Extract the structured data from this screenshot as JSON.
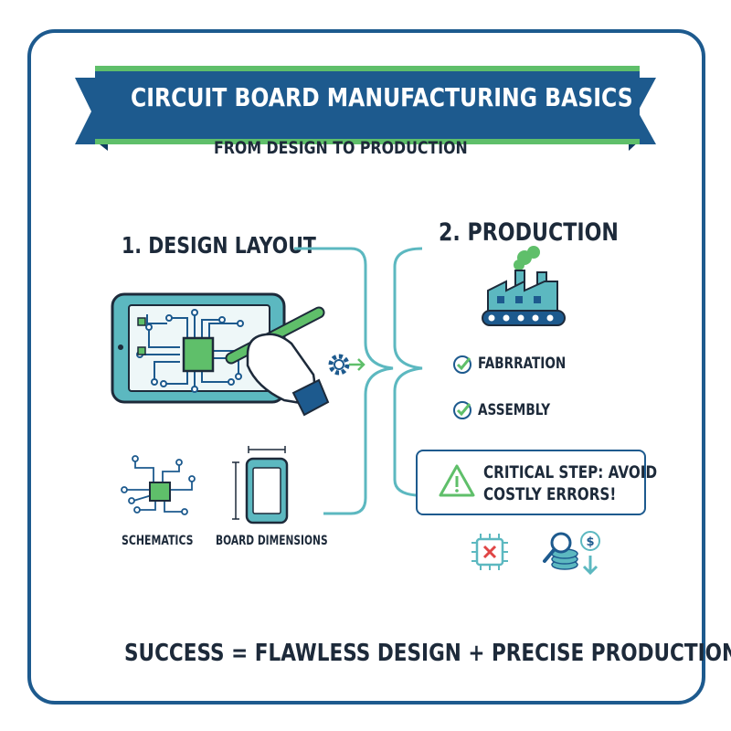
{
  "banner": {
    "title": "CIRCUIT BOARD MANUFACTURING BASICS",
    "subtitle": "FROM DESIGN TO PRODUCTION"
  },
  "design": {
    "heading": "1. DESIGN LAYOUT",
    "schematics_label": "SCHEMATICS",
    "board_dimensions_label": "BOARD DIMENSIONS"
  },
  "production": {
    "heading": "2. PRODUCTION",
    "steps": [
      {
        "label": "FABRRATION"
      },
      {
        "label": "ASSEMBLY"
      }
    ],
    "warning_line1": "CRITICAL STEP: AVOID",
    "warning_line2": "COSTLY ERRORS!"
  },
  "footer": {
    "formula": "SUCCESS = FLAWLESS DESIGN + PRECISE PRODUCTION"
  },
  "colors": {
    "navy": "#1d5a8e",
    "teal": "#5cb8c0",
    "green": "#5fbf6a",
    "text": "#1d2a3a",
    "red": "#e04545"
  }
}
